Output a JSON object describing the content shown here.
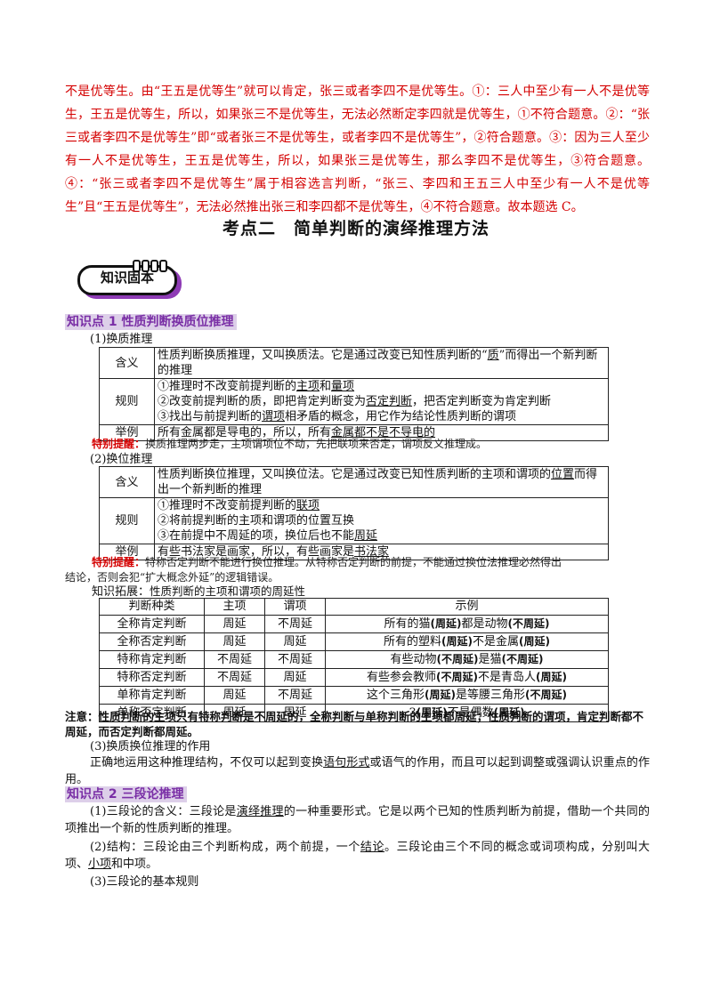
{
  "intro_answer": "不是优等生。由“王五是优等生”就可以肯定，张三或者李四不是优等生。①：三人中至少有一人不是优等生，王五是优等生，所以，如果张三不是优等生，无法必然断定李四就是优等生，①不符合题意。②：“张三或者李四不是优等生”即“或者张三不是优等生，或者李四不是优等生”，②符合题意。③：因为三人至少有一人不是优等生，王五是优等生，所以，如果张三是优等生，那么李四不是优等生，③符合题意。④：“张三或者李四不是优等生”属于相容选言判断，“张三、李四和王五三人中至少有一人不是优等生”且“王五是优等生”，无法必然推出张三和李四都不是优等生，④不符合题意。故本题选 C。",
  "section_title": "考点二　简单判断的演绎推理方法",
  "badge": "知识固本",
  "kp1": {
    "heading": "知识点 1  性质判断换质位推理",
    "sub1": "(1)换质推理",
    "t1": {
      "l_meaning": "含义",
      "meaning_a": "性质判断换质推理，又叫换质法。它是通过改变已知性质判断的“",
      "meaning_u": "质",
      "meaning_b": "”而得出一个新判断的推理",
      "l_rules": "规则",
      "r1a": "①推理时不改变前提判断的",
      "r1u1": "主项",
      "r1b": "和",
      "r1u2": "量项",
      "r2a": "②改变前提判断的质，即把肯定判断变为",
      "r2u": "否定判断",
      "r2b": "，把否定判断变为肯定判断",
      "r3a": "③找出与前提判断的",
      "r3u": "谓项",
      "r3b": "相矛盾的概念，用它作为结论性质判断的谓项",
      "l_example": "举例",
      "ex_a": "所有金属都是导电的，所以，所有",
      "ex_u": "金属都不是不导电的"
    },
    "tip1_label": "特别提醒：",
    "tip1": "换质推理两步走，主项谓项位不动，先把联项来否定，谓项反义推理成。",
    "sub2": "(2)换位推理",
    "t2": {
      "l_meaning": "含义",
      "meaning_a": "性质判断换位推理，又叫换位法。它是通过改变已知性质判断的主项和谓项的",
      "meaning_u": "位置",
      "meaning_b": "而得出一个新判断的推理",
      "l_rules": "规则",
      "r1a": "①推理时不改变前提判断的",
      "r1u": "联项",
      "r2": "②将前提判断的主项和谓项的位置互换",
      "r3a": "③在前提中不周延的项，换位后也不能",
      "r3u": "周延",
      "l_example": "举例",
      "ex_a": "有些书法家是画家，所以，有些画家是",
      "ex_u": "书法家"
    },
    "tip2_label": "特别提醒：",
    "tip2_a": "特称否定判断不能进行换位推理。从特称否定判断的前提，不能通过换位法推理必然得出",
    "tip2_b": "结论，否则会犯“扩大概念外延”的逻辑错误。",
    "ext_label": "知识拓展：",
    "ext_title": "性质判断的主项和谓项的周延性",
    "ptable": {
      "headers": [
        "判断种类",
        "主项",
        "谓项",
        "示例"
      ],
      "rows": [
        {
          "kind": "全称肯定判断",
          "s": "周延",
          "p": "不周延",
          "e1": "所有的猫",
          "e1b": "(周延)",
          "e2": "都是动物",
          "e2b": "(不周延)"
        },
        {
          "kind": "全称否定判断",
          "s": "周延",
          "p": "周延",
          "e1": "所有的塑料",
          "e1b": "(周延)",
          "e2": "不是金属",
          "e2b": "(周延)"
        },
        {
          "kind": "特称肯定判断",
          "s": "不周延",
          "p": "不周延",
          "e1": "有些动物",
          "e1b": "(不周延)",
          "e2": "是猫",
          "e2b": "(不周延)"
        },
        {
          "kind": "特称否定判断",
          "s": "不周延",
          "p": "周延",
          "e1": "有些参会教师",
          "e1b": "(不周延)",
          "e2": "不是青岛人",
          "e2b": "(周延)"
        },
        {
          "kind": "单称肯定判断",
          "s": "周延",
          "p": "不周延",
          "e1": "这个三角形",
          "e1b": "(周延)",
          "e2": "是等腰三角形",
          "e2b": "(不周延)"
        },
        {
          "kind": "单称否定判断",
          "s": "周延",
          "p": "周延",
          "e1": "3",
          "e1b": "(周延)",
          "e2": "不是偶数",
          "e2b": "(周延)"
        }
      ]
    },
    "note_a": "注意：",
    "note_b": "性质判断的主项只有特称判断是不周延的，全称判断与单称判断的主项都周延；性质判断的谓项，肯定判断都不周延，而否定判断都周延。",
    "sub3": "(3)换质换位推理的作用",
    "sub3_a": "正确地运用这种推理结构，不仅可以起到变换",
    "sub3_u": "语句形式",
    "sub3_b": "或语气的作用，而且可以起到调整或强调认识重点的作用。"
  },
  "kp2": {
    "heading": "知识点 2  三段论推理",
    "p1_a": "(1)三段论的含义：三段论是",
    "p1_u": "演绎推理",
    "p1_b": "的一种重要形式。它是以两个已知的性质判断为前提，借助一个共同的项推出一个新的性质判断的推理。",
    "p2_a": "(2)结构：三段论由三个判断构成，两个前提，一个",
    "p2_u1": "结论",
    "p2_b": "。三段论由三个不同的概念或词项构成，分别叫大项、",
    "p2_u2": "小项",
    "p2_c": "和中项。",
    "p3": "(3)三段论的基本规则"
  }
}
